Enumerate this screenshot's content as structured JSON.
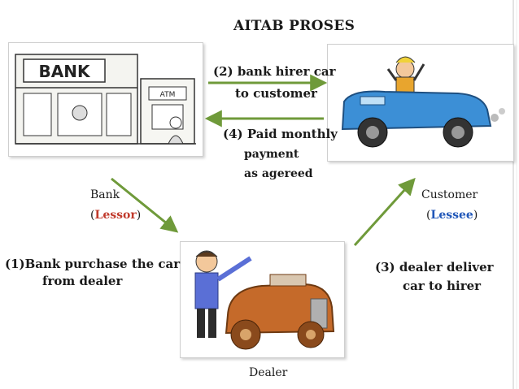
{
  "title": "AITAB PROSES",
  "steps": {
    "step2_line1": "(2) bank hirer car",
    "step2_line2": "to customer",
    "step4_line1": "(4) Paid monthly",
    "step4_line2": "payment",
    "step4_line3": "as agereed",
    "step1_line1": "(1)Bank purchase the car",
    "step1_line2": "from dealer",
    "step3_line1": "(3)   dealer deliver",
    "step3_line2": "car to hirer"
  },
  "nodes": {
    "bank": {
      "name": "Bank",
      "open": "(",
      "role": "Lessor",
      "close": ")",
      "sign": "BANK",
      "atm": "ATM"
    },
    "customer": {
      "name": "Customer",
      "open": "(",
      "role": "Lessee",
      "close": ")"
    },
    "dealer": {
      "name": "Dealer"
    }
  },
  "colors": {
    "arrow": "#6f9a3a",
    "lessor": "#c0392b",
    "lessee": "#1f56b8",
    "car_customer": "#3c8fd6",
    "car_dealer": "#c56a2a"
  }
}
